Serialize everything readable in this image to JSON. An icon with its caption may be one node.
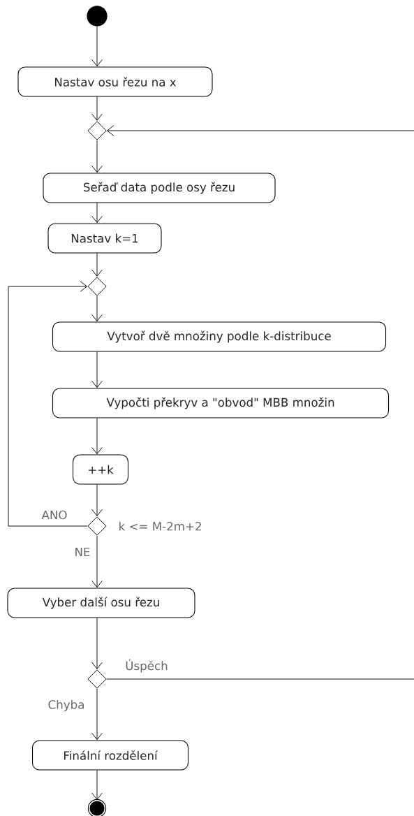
{
  "diagram": {
    "nodes": [
      {
        "text": [],
        "shape": "circle"
      },
      {
        "text": [
          "Nastav osu řezu na x"
        ]
      },
      {
        "text": [],
        "shape": "diamond"
      },
      {
        "text": [
          "Seřaď data podle osy řezu"
        ]
      },
      {
        "text": [
          "Nastav k=1"
        ]
      },
      {
        "text": [],
        "shape": "diamond"
      },
      {
        "text": [
          "Vytvoř dvě množiny podle k-distribuce"
        ]
      },
      {
        "text": [
          "Vypočti překryv a \"obvod\" MBB množin"
        ]
      },
      {
        "text": [
          "++k"
        ]
      },
      {
        "text": [],
        "shape": "diamond",
        "beside": [
          "k <= M-2m+2"
        ]
      },
      {
        "text": [
          "Vyber další osu řezu"
        ]
      },
      {
        "text": [],
        "shape": "diamond"
      },
      {
        "text": [
          "Finální rozdělení"
        ]
      },
      {
        "text": [],
        "shape": "bullseye"
      }
    ],
    "edges": [
      {
        "from": 0,
        "to": 1,
        "arrow": "to"
      },
      {
        "from": 1,
        "to": 2,
        "arrow": "to"
      },
      {
        "from": 2,
        "to": 3,
        "arrow": "to"
      },
      {
        "from": 3,
        "to": 4,
        "arrow": "to"
      },
      {
        "from": 4,
        "to": 5,
        "arrow": "to"
      },
      {
        "from": 5,
        "to": 6,
        "arrow": "to"
      },
      {
        "from": 6,
        "to": 7,
        "arrow": "to"
      },
      {
        "from": 7,
        "to": 8,
        "arrow": "to"
      },
      {
        "from": 8,
        "to": 9,
        "arrow": "to"
      },
      {
        "from": 9,
        "to": 5,
        "arrow": "to",
        "label": "ANO"
      },
      {
        "from": 9,
        "to": 10,
        "arrow": "to",
        "label": "NE"
      },
      {
        "from": 10,
        "to": 11,
        "arrow": "to"
      },
      {
        "from": 11,
        "to": 2,
        "arrow": "to",
        "label": "Úspěch"
      },
      {
        "from": 11,
        "to": 12,
        "arrow": "to",
        "label": "Chyba"
      },
      {
        "from": 12,
        "to": 13,
        "arrow": "to"
      }
    ]
  }
}
